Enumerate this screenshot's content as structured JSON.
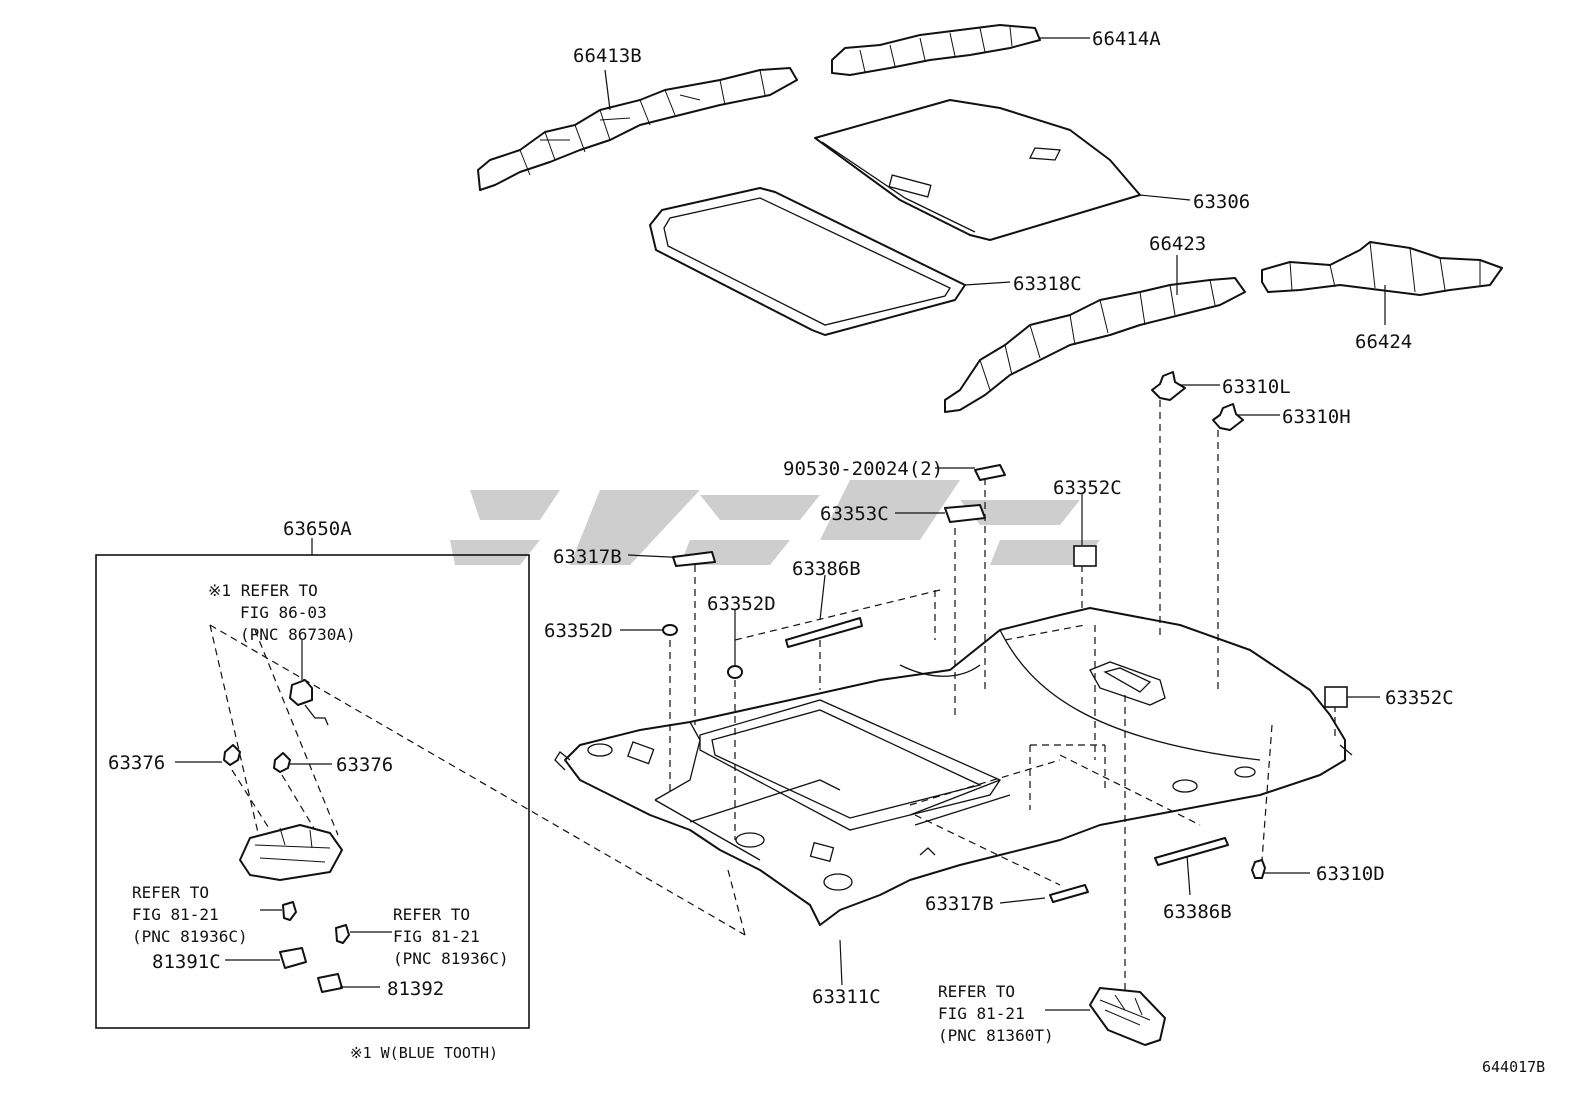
{
  "callouts": {
    "c66413B": "66413B",
    "c66414A": "66414A",
    "c63306": "63306",
    "c66423": "66423",
    "c63318C": "63318C",
    "c66424": "66424",
    "c63310L": "63310L",
    "c63310H": "63310H",
    "c90530": "90530-20024(2)",
    "c63352C_a": "63352C",
    "c63353C": "63353C",
    "c63317B_a": "63317B",
    "c63386B_a": "63386B",
    "c63352D_a": "63352D",
    "c63352D_b": "63352D",
    "c63352C_b": "63352C",
    "c63310D": "63310D",
    "c63317B_b": "63317B",
    "c63386B_b": "63386B",
    "c63311C": "63311C",
    "c63650A": "63650A",
    "c63376_a": "63376",
    "c63376_b": "63376",
    "c81391C": "81391C",
    "c81392": "81392"
  },
  "references": {
    "bluetooth_ref": {
      "mark": "※1",
      "line1": "REFER TO",
      "line2": "FIG 86-03",
      "line3": "(PNC 86730A)"
    },
    "lamp_ref_left": {
      "line1": "REFER TO",
      "line2": "FIG 81-21",
      "line3": "(PNC 81936C)"
    },
    "lamp_ref_right": {
      "line1": "REFER TO",
      "line2": "FIG 81-21",
      "line3": "(PNC 81936C)"
    },
    "room_lamp_ref": {
      "line1": "REFER TO",
      "line2": "FIG 81-21",
      "line3": "(PNC 81360T)"
    }
  },
  "footnote": "※1 W(BLUE TOOTH)",
  "figure_code": "644017B"
}
